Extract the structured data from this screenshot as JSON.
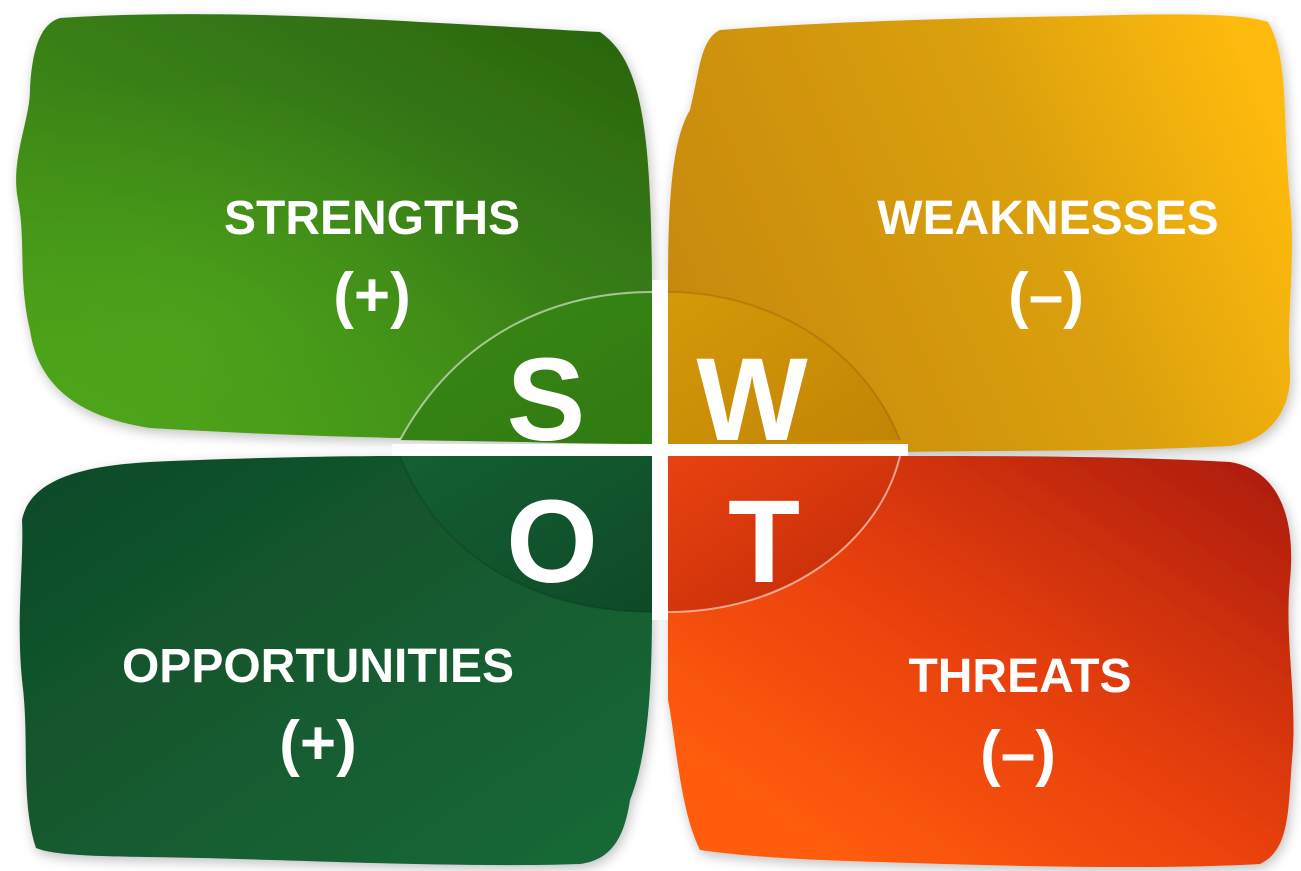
{
  "quadrants": [
    {
      "key": "strengths",
      "letter": "S",
      "title": "STRENGTHS",
      "sign": "(+)",
      "color_dark": "#2f6e12",
      "color_light": "#4aa019"
    },
    {
      "key": "weaknesses",
      "letter": "W",
      "title": "WEAKNESSES",
      "sign": "(–)",
      "color_dark": "#c98a06",
      "color_light": "#f7b80c"
    },
    {
      "key": "opportunities",
      "letter": "O",
      "title": "OPPORTUNITIES",
      "sign": "(+)",
      "color_dark": "#0f4f2a",
      "color_light": "#1c6e3a"
    },
    {
      "key": "threats",
      "letter": "T",
      "title": "THREATS",
      "sign": "(–)",
      "color_dark": "#b2200a",
      "color_light": "#ff5a10"
    }
  ]
}
